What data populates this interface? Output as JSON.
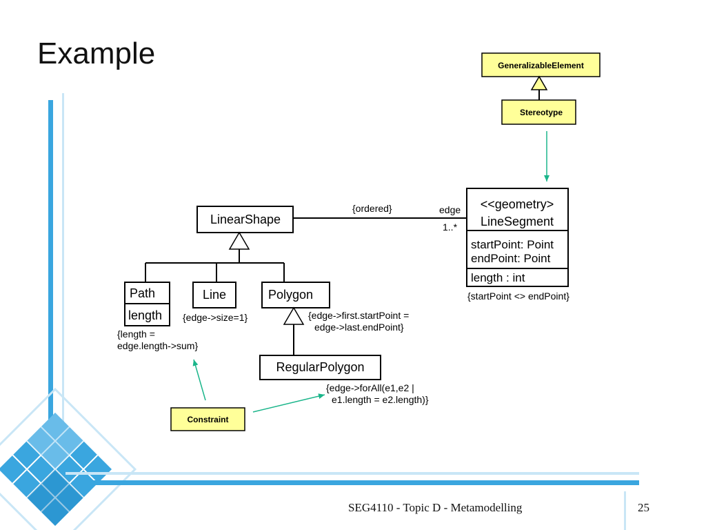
{
  "slide": {
    "title": "Example",
    "footer": "SEG4110 - Topic D - Metamodelling",
    "page_number": "25"
  },
  "colors": {
    "note_fill": "#ffff99",
    "arrow": "#1ab58a",
    "decor_blue": "#3aa6df",
    "decor_light": "#c9e6f6"
  },
  "meta": {
    "generalizable_element": "GeneralizableElement",
    "stereotype": "Stereotype",
    "constraint": "Constraint"
  },
  "classes": {
    "linear_shape": "LinearShape",
    "path": {
      "name": "Path",
      "attr": "length"
    },
    "line": "Line",
    "polygon": "Polygon",
    "regular_polygon": "RegularPolygon",
    "line_segment": {
      "stereotype": "<<geometry>",
      "name": "LineSegment",
      "attr1": "startPoint: Point",
      "attr2": "endPoint: Point",
      "op": "length : int"
    }
  },
  "association": {
    "constraint": "{ordered}",
    "role": "edge",
    "multiplicity": "1..*"
  },
  "constraints": {
    "segment": "{startPoint <> endPoint}",
    "line": "{edge->size=1}",
    "path_line1": "{length =",
    "path_line2": "edge.length->sum}",
    "polygon_line1": "{edge->first.startPoint =",
    "polygon_line2": "edge->last.endPoint}",
    "regular_line1": "{edge->forAll(e1,e2 |",
    "regular_line2": "e1.length = e2.length)}"
  }
}
